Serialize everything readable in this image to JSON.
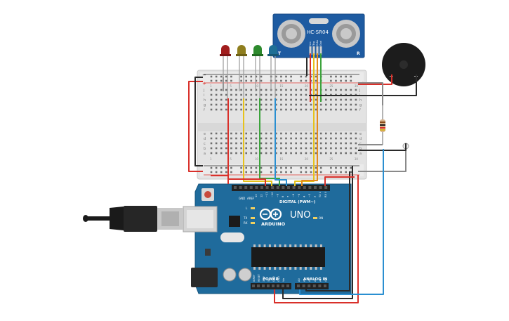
{
  "sensor": {
    "model": "HC-SR04",
    "left_mark": "T",
    "right_mark": "R",
    "pins": [
      "Vcc",
      "Trig",
      "Echo",
      "Gnd"
    ]
  },
  "buzzer": {
    "plus": "+",
    "minus": "−"
  },
  "breadboard": {
    "top_rows": [
      "j",
      "i",
      "h",
      "g",
      "f"
    ],
    "bottom_rows": [
      "e",
      "d",
      "c",
      "b",
      "a"
    ],
    "col_labels": [
      "1",
      "5",
      "10",
      "15",
      "20",
      "25",
      "30"
    ],
    "rail_plus": "+",
    "rail_minus": "−"
  },
  "arduino": {
    "brand": "ARDUINO",
    "model": "UNO",
    "header_digital": "DIGITAL (PWM~)",
    "header_power": "POWER",
    "header_analog": "ANALOG IN",
    "aref": "AREF",
    "gnd": "GND",
    "digital_pins": [
      "13",
      "12",
      "~11",
      "~10",
      "~9",
      "8",
      "7",
      "~6",
      "~5",
      "4",
      "~3",
      "2",
      "TX 1",
      "RX 0"
    ],
    "power_pins": [
      "IOREF",
      "RESET",
      "3.3V",
      "5V",
      "GND",
      "GND",
      "Vin"
    ],
    "analog_pins": [
      "A0",
      "A1",
      "A2",
      "A3",
      "A4",
      "A5"
    ],
    "led_l": "L",
    "led_tx": "TX",
    "led_rx": "RX",
    "led_on": "ON"
  },
  "colors": {
    "red_wire": "#d9302a",
    "black_wire": "#2a2a2a",
    "gray_wire": "#8a8a8a",
    "yellow_wire": "#e6c21c",
    "green_wire": "#3ca33c",
    "blue_wire": "#2a8fd1",
    "orange_wire": "#e58a1c",
    "board_blue": "#1f6b9c"
  }
}
